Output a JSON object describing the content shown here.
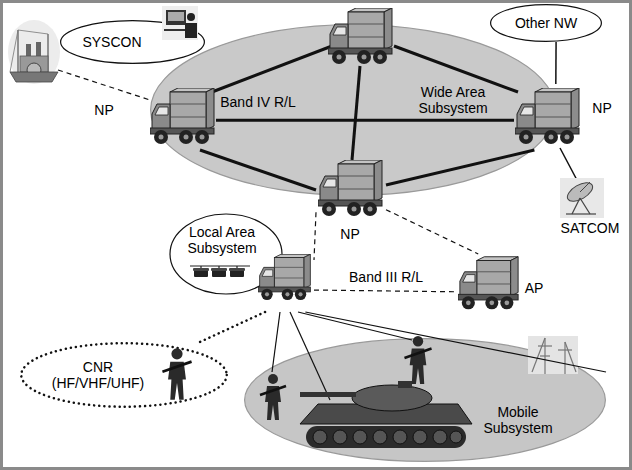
{
  "diagram": {
    "nodes": [
      {
        "text": [
          "SYSCON"
        ]
      },
      {
        "text": [
          "Other NW"
        ]
      },
      {
        "text": [
          "Wide Area Subsystem"
        ]
      },
      {
        "text": [
          "NP"
        ],
        "in": 2
      },
      {
        "text": [
          "NP"
        ],
        "in": 2
      },
      {
        "text": [
          "NP"
        ],
        "in": 2
      },
      {
        "text": [
          "Local Area Subsystem"
        ]
      },
      {
        "text": [
          "AP"
        ]
      },
      {
        "text": [
          "CNR (HF/VHF/UHF)"
        ]
      },
      {
        "text": [
          "Mobile Subsystem"
        ]
      }
    ],
    "edges": [
      {
        "from": 3,
        "to": 4,
        "arrow": "none"
      },
      {
        "from": 3,
        "to": 5,
        "arrow": "none"
      },
      {
        "from": 5,
        "to": 4,
        "arrow": "none"
      },
      {
        "from": 1,
        "to": 4,
        "arrow": "none"
      },
      {
        "from": 5,
        "to": 6,
        "arrow": "none"
      },
      {
        "from": 5,
        "to": 7,
        "arrow": "none"
      },
      {
        "from": 6,
        "to": 7,
        "label": "Band III R/L",
        "arrow": "none"
      },
      {
        "from": 6,
        "to": 8,
        "arrow": "none"
      },
      {
        "from": 6,
        "to": 9,
        "arrow": "none"
      }
    ],
    "labels": [
      "Band IV R/L",
      "SATCOM"
    ]
  }
}
